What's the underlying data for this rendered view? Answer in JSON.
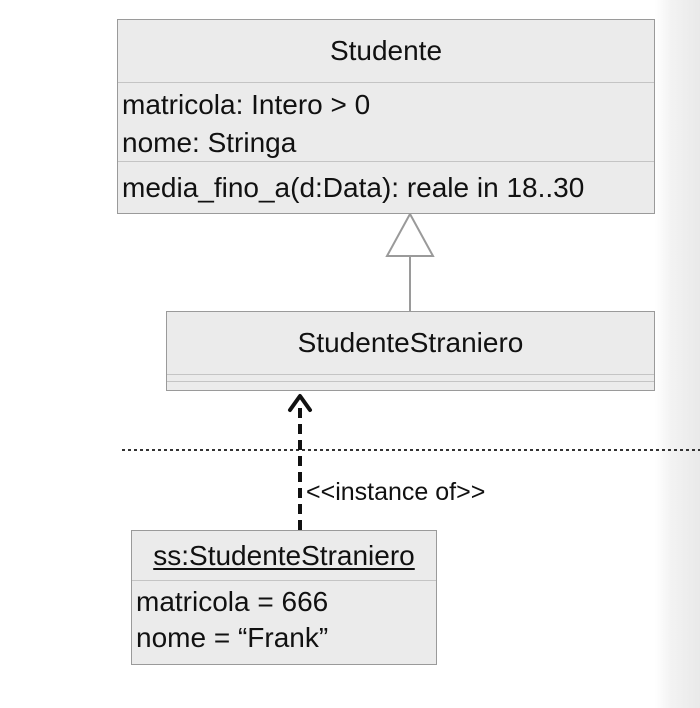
{
  "classes": {
    "studente": {
      "name": "Studente",
      "attributes": [
        "matricola: Intero > 0",
        "nome: Stringa"
      ],
      "operations": [
        "media_fino_a(d:Data): reale in 18..30"
      ]
    },
    "studente_straniero": {
      "name": "StudenteStraniero",
      "attributes": [],
      "operations": []
    }
  },
  "object": {
    "name": "ss:StudenteStraniero",
    "attributes": [
      "matricola = 666",
      "nome = “Frank”"
    ]
  },
  "relations": {
    "generalization": {
      "from": "StudenteStraniero",
      "to": "Studente"
    },
    "instance_of": {
      "label": "<<instance of>>",
      "from": "ss:StudenteStraniero",
      "to": "StudenteStraniero"
    }
  }
}
